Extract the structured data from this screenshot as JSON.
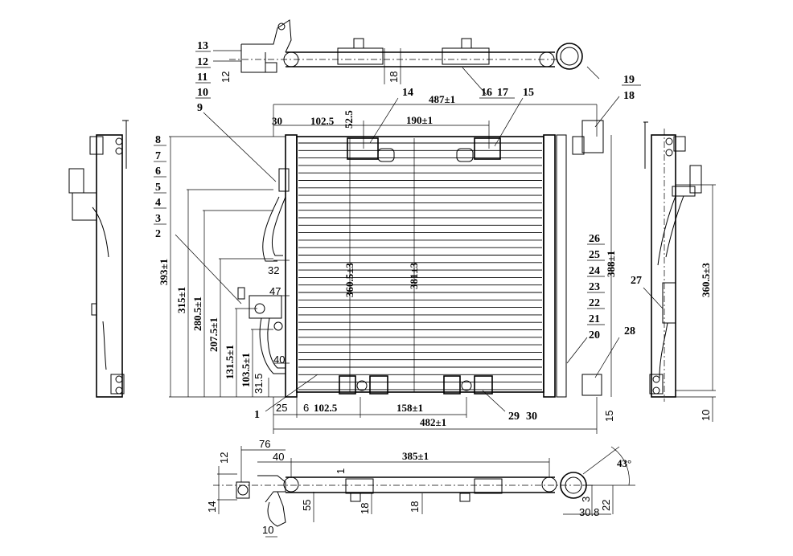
{
  "part_numbers": [
    "1",
    "2",
    "3",
    "4",
    "5",
    "6",
    "7",
    "8",
    "9",
    "10",
    "11",
    "12",
    "13",
    "14",
    "15",
    "16",
    "17",
    "18",
    "19",
    "20",
    "21",
    "22",
    "23",
    "24",
    "25",
    "26",
    "27",
    "28",
    "29",
    "30"
  ],
  "top_view": {
    "dim_12": "12",
    "dim_18": "18"
  },
  "front_view": {
    "width_overall": "487±1",
    "offset_30": "30",
    "offset_102_5": "102.5",
    "offset_52_5": "52.5",
    "bracket_spacing": "190±1",
    "height_393": "393±1",
    "height_315": "315±1",
    "height_280_5": "280.5±1",
    "height_207_5": "207.5±1",
    "height_131_5": "131.5±1",
    "height_103_5": "103.5±1",
    "height_31_5": "31.5",
    "core_height_360_5": "360.5±3",
    "core_height_381": "381±3",
    "tank_height_388": "388±1",
    "dim_32": "32",
    "dim_47": "47",
    "dim_40": "40",
    "bottom_25": "25",
    "bottom_6": "6",
    "bottom_102_5": "102.5",
    "bottom_158": "158±1",
    "width_482": "482±1",
    "dim_15": "15"
  },
  "side_view": {
    "height_360_5": "360.5±3",
    "dim_10": "10"
  },
  "bottom_view": {
    "dim_76": "76",
    "dim_40": "40",
    "length_385": "385±1",
    "dim_12": "12",
    "dim_14": "14",
    "dim_1": "1",
    "dim_55": "55",
    "dim_18a": "18",
    "dim_18b": "18",
    "dim_10": "10",
    "dim_3": "3",
    "dim_22": "22",
    "dim_30_8": "30.8",
    "angle": "43°"
  }
}
